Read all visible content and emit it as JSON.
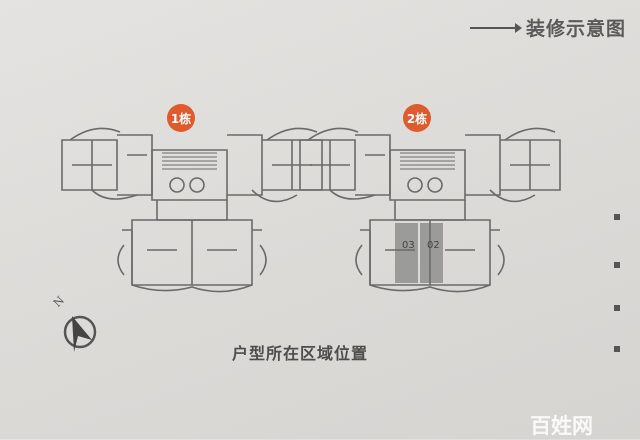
{
  "legend": {
    "label": "装修示意图",
    "icon": "arrow-right-icon"
  },
  "buildings": [
    {
      "label": "1栋"
    },
    {
      "label": "2栋",
      "highlighted_units": [
        "03",
        "02"
      ]
    }
  ],
  "caption": "户型所在区域位置",
  "compass": {
    "label": "N",
    "icon": "north-arrow-icon"
  },
  "watermark": "百姓网",
  "colors": {
    "badge": "#df5a2c",
    "highlight": "#8f8f8f",
    "background": "#dddbd8"
  }
}
